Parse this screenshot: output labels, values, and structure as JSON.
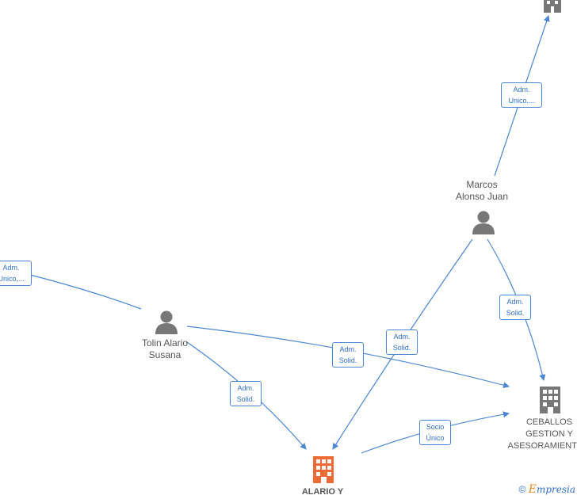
{
  "colors": {
    "edge": "#4a86d4",
    "company_main": "#f06a35",
    "company": "#777777",
    "person": "#777777"
  },
  "nodes": {
    "company_top": {
      "label": ""
    },
    "marcos": {
      "label_line1": "Marcos",
      "label_line2": "Alonso Juan"
    },
    "tolin": {
      "label_line1": "Tolin Alario",
      "label_line2": "Susana"
    },
    "ceballos": {
      "label_line1": "CEBALLOS",
      "label_line2": "GESTION Y",
      "label_line3": "ASESORAMIENTO..."
    },
    "alario": {
      "label": "ALARIO Y"
    }
  },
  "edges": {
    "marcos_top": {
      "line1": "Adm.",
      "line2": "Unico,..."
    },
    "left_tolin": {
      "line1": "Adm.",
      "line2": "Unico,..."
    },
    "tolin_ceballos": {
      "line1": "Adm.",
      "line2": "Solid."
    },
    "tolin_alario": {
      "line1": "Adm.",
      "line2": "Solid."
    },
    "marcos_alario": {
      "line1": "Adm.",
      "line2": "Solid."
    },
    "marcos_ceballos": {
      "line1": "Adm.",
      "line2": "Solid."
    },
    "alario_ceballos": {
      "line1": "Socio",
      "line2": "Único"
    }
  },
  "watermark": {
    "symbol": "©",
    "brand_first": "E",
    "brand_rest": "mpresia"
  }
}
